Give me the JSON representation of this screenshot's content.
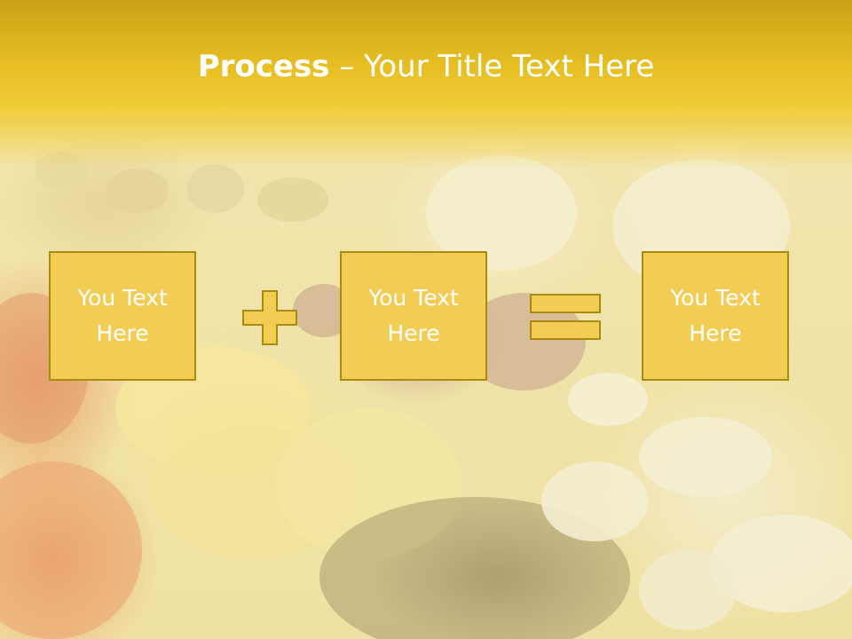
{
  "title": {
    "strong": "Process",
    "rest": " – Your Title Text Here"
  },
  "boxes": [
    {
      "label": "You Text\nHere"
    },
    {
      "label": "You Text\nHere"
    },
    {
      "label": "You Text\nHere"
    }
  ],
  "operators": [
    "plus-icon",
    "equals-icon"
  ],
  "colors": {
    "title_band": "#e7bf23",
    "box_fill": "#f2cc53",
    "box_border": "#a88c12",
    "text": "#ffffff"
  }
}
